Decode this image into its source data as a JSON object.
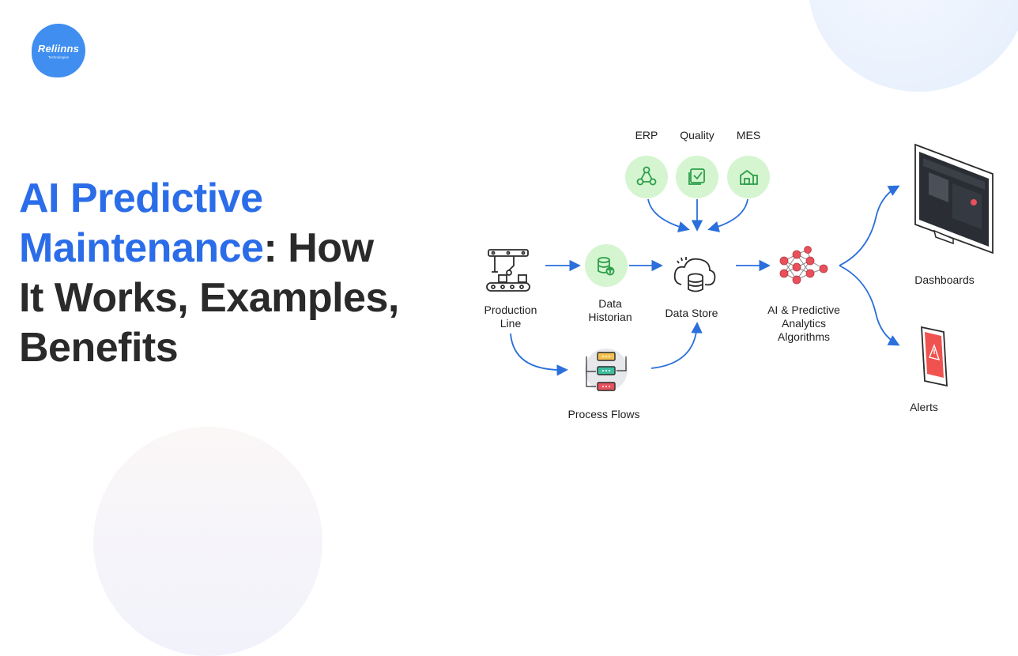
{
  "brand": {
    "logo_text": "Reliinns",
    "logo_sub": "Technologies"
  },
  "title": {
    "highlight_line1": "AI Predictive",
    "highlight_line2": "Maintenance",
    "rest_line2": ": How",
    "line3": "It Works, Examples,",
    "line4": "Benefits"
  },
  "diagram": {
    "sources": {
      "erp": "ERP",
      "quality": "Quality",
      "mes": "MES"
    },
    "production_line": {
      "line1": "Production",
      "line2": "Line"
    },
    "data_historian": {
      "line1": "Data",
      "line2": "Historian"
    },
    "data_store": "Data Store",
    "ai": {
      "line1": "AI & Predictive",
      "line2": "Analytics",
      "line3": "Algorithms"
    },
    "process_flows": "Process Flows",
    "dashboards": "Dashboards",
    "alerts": "Alerts"
  },
  "colors": {
    "accent_blue": "#2b6de8",
    "arrow_blue": "#2a6fdb",
    "node_green": "#d4f5d0",
    "icon_green": "#2d9e4a",
    "network_red": "#e8505b",
    "alert_red": "#f0524f"
  },
  "icons": {
    "erp": "workflow-icon",
    "quality": "checklist-icon",
    "mes": "factory-icon",
    "historian": "database-upload-icon",
    "data_store": "cloud-database-icon",
    "production_line": "robot-arm-conveyor-icon",
    "ai": "neural-network-icon",
    "process_flows": "process-flow-icon",
    "dashboards": "monitor-icon",
    "alerts": "phone-alert-icon"
  }
}
